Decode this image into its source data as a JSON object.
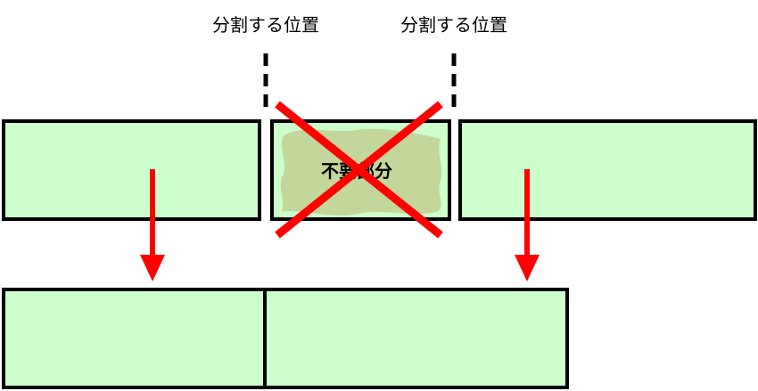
{
  "labels": {
    "split_left": "分割する位置",
    "split_right": "分割する位置",
    "unneeded": "不要部分"
  },
  "colors": {
    "segment_fill": "#ccffcc",
    "unneeded_fill": "#c3d69b",
    "outline": "#000000",
    "arrow": "#ff0000",
    "cross": "#ff0000"
  }
}
